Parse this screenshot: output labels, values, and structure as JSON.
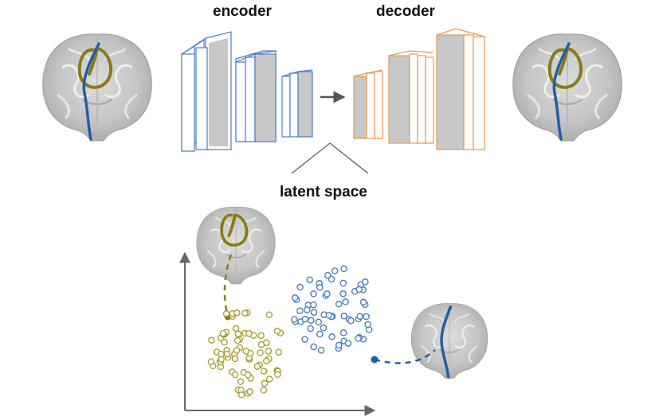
{
  "labels": {
    "encoder": "encoder",
    "decoder": "decoder",
    "latent_space": "latent space"
  },
  "colors": {
    "encoder_edge": "#4a7fc9",
    "decoder_edge": "#e49a4e",
    "layer_shade": "#c8c8c8",
    "tract_olive": "#8a7a12",
    "tract_blue": "#1f5fa6",
    "cluster_olive": "#a59a2a",
    "cluster_blue": "#3f78b8",
    "axis": "#666666",
    "brain_gray": "#bdbdbd"
  },
  "icons": {
    "arrow": "right-arrow-icon",
    "brain": "brain-slice-icon"
  }
}
